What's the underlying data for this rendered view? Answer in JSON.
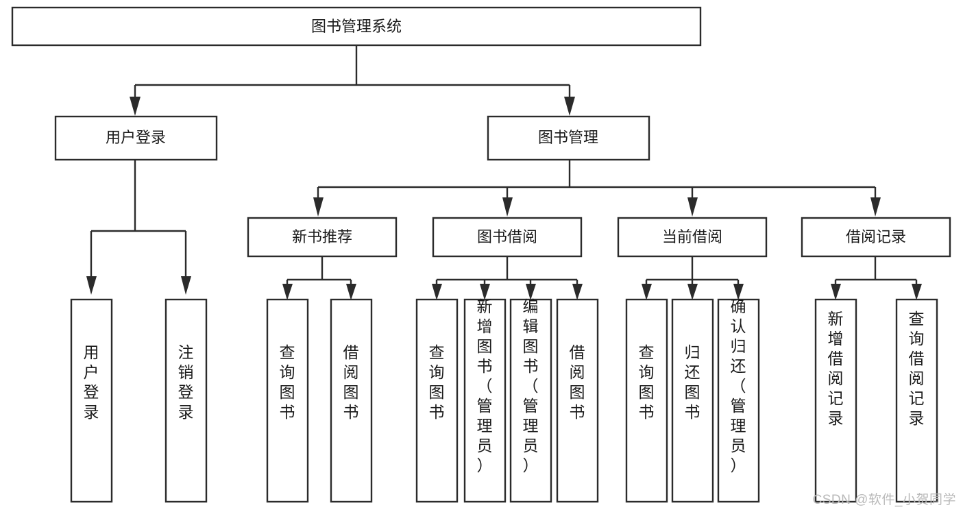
{
  "diagram": {
    "title": "图书管理系统",
    "type": "tree-hierarchy-diagram",
    "colors": {
      "box_stroke": "#2b2b2b",
      "box_fill": "#ffffff",
      "connector": "#2b2b2b",
      "text": "#1b1b1b",
      "watermark": "#b9b9b9",
      "background": "#ffffff"
    },
    "root": {
      "label": "图书管理系统"
    },
    "level2": [
      {
        "label": "用户登录"
      },
      {
        "label": "图书管理"
      }
    ],
    "level3": [
      {
        "label": "新书推荐"
      },
      {
        "label": "图书借阅"
      },
      {
        "label": "当前借阅"
      },
      {
        "label": "借阅记录"
      }
    ],
    "leaves": {
      "user_login": [
        {
          "label": "用户登录"
        },
        {
          "label": "注销登录"
        }
      ],
      "new_book_recommend": [
        {
          "label": "查询图书"
        },
        {
          "label": "借阅图书"
        }
      ],
      "book_borrow": [
        {
          "label": "查询图书"
        },
        {
          "label": "新增图书（管理员）"
        },
        {
          "label": "编辑图书（管理员）"
        },
        {
          "label": "借阅图书"
        }
      ],
      "current_borrow": [
        {
          "label": "查询图书"
        },
        {
          "label": "归还图书"
        },
        {
          "label": "确认归还（管理员）"
        }
      ],
      "borrow_record": [
        {
          "label": "新增借阅记录"
        },
        {
          "label": "查询借阅记录"
        }
      ]
    }
  },
  "watermark": {
    "text": "CSDN @软件_小贺同学"
  }
}
